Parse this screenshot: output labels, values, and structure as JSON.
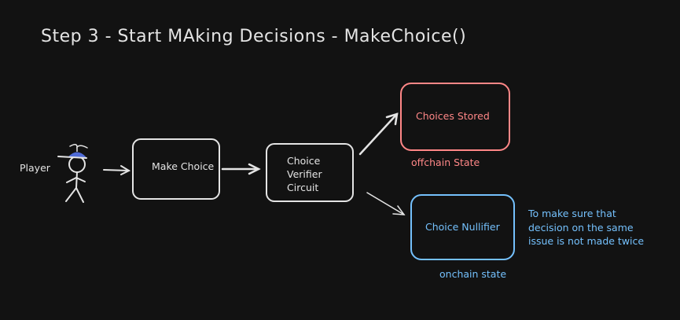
{
  "title": "Step 3 - Start MAking Decisions - MakeChoice()",
  "player": {
    "label": "Player"
  },
  "make_choice": {
    "label": "Make Choice"
  },
  "verifier": {
    "lines": [
      "Choice",
      "Verifier",
      "Circuit"
    ]
  },
  "choices_stored": {
    "label": "Choices Stored",
    "caption": "offchain State"
  },
  "choice_nullifier": {
    "label": "Choice Nullifier",
    "caption": "onchain state"
  },
  "note": {
    "lines": [
      "To make sure that",
      "decision on the same",
      "issue is not made twice"
    ]
  },
  "colors": {
    "background": "#121212",
    "foreground": "#e4e4e4",
    "offchain_red": "#ff8787",
    "onchain_blue": "#74c0fc",
    "hat_blue": "#4f6bd8"
  }
}
